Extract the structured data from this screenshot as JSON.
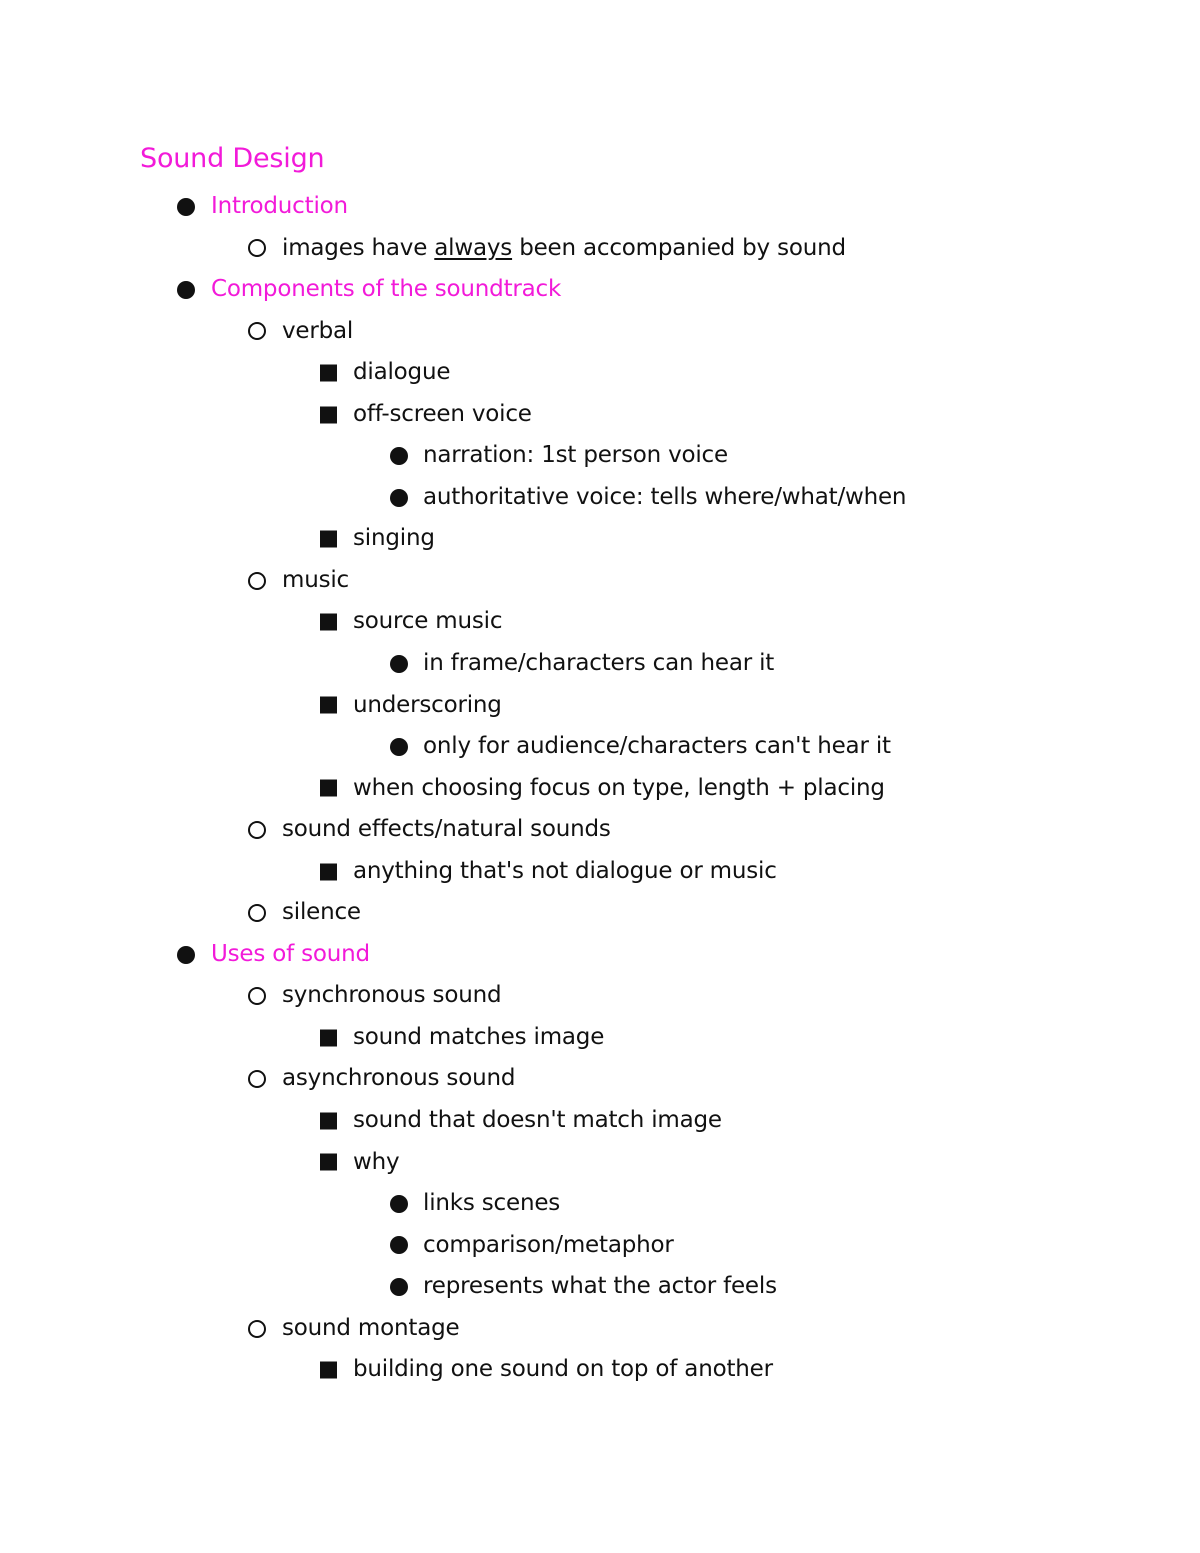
{
  "document": {
    "title": "Sound Design",
    "accent_color": "#f21ad9",
    "text_color": "#111111",
    "sections": {
      "introduction": {
        "heading": "Introduction",
        "item_1": {
          "pre": "images have ",
          "emphasis": "always",
          "post": " been accompanied by sound"
        }
      },
      "components": {
        "heading": "Components of the soundtrack",
        "verbal": {
          "label": "verbal",
          "dialogue": "dialogue",
          "offscreen": "off-screen voice",
          "narration": "narration: 1st person voice",
          "authoritative": "authoritative voice: tells where/what/when",
          "singing": "singing"
        },
        "music": {
          "label": "music",
          "source": "source music",
          "source_detail": "in frame/characters can hear it",
          "underscoring": "underscoring",
          "underscoring_detail": "only for audience/characters can't hear it",
          "choosing": "when choosing focus on type, length + placing"
        },
        "effects": {
          "label": "sound effects/natural sounds",
          "detail": "anything that's not dialogue or music"
        },
        "silence": "silence"
      },
      "uses": {
        "heading": "Uses of sound",
        "synchronous": {
          "label": "synchronous sound",
          "detail": "sound matches image"
        },
        "asynchronous": {
          "label": "asynchronous sound",
          "detail": "sound that doesn't match image",
          "why": "why",
          "links": "links scenes",
          "comparison": "comparison/metaphor",
          "represents": "represents what the actor feels"
        },
        "montage": {
          "label": "sound montage",
          "detail": "building one sound on top of another"
        }
      }
    }
  }
}
